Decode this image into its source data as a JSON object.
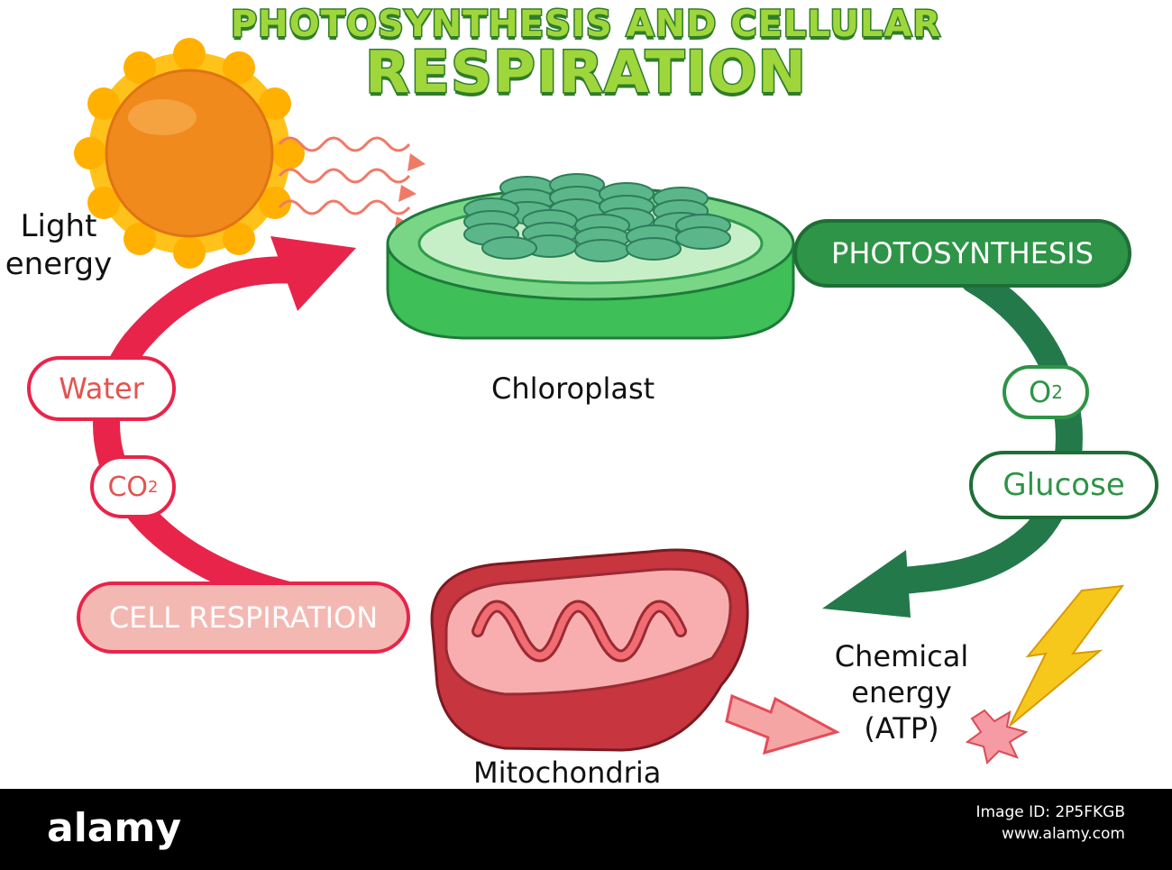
{
  "title": {
    "line1": "PHOTOSYNTHESIS AND CELLULAR",
    "line2": "RESPIRATION"
  },
  "labels": {
    "light_energy_1": "Light",
    "light_energy_2": "energy",
    "chloroplast": "Chloroplast",
    "mitochondria": "Mitochondria",
    "chemical_energy_1": "Chemical",
    "chemical_energy_2": "energy",
    "chemical_energy_3": "(ATP)"
  },
  "pills": {
    "photosynthesis": "PHOTOSYNTHESIS",
    "o2_main": "O",
    "o2_sub": "2",
    "glucose": "Glucose",
    "water": "Water",
    "co2_main": "CO",
    "co2_sub": "2",
    "cell_respiration": "CELL RESPIRATION"
  },
  "footer": {
    "brand": "alamy",
    "image_id": "Image ID: 2P5FKGB",
    "site": "www.alamy.com"
  },
  "colors": {
    "title_fill": "#9fd63b",
    "title_outline": "#2f7d2a",
    "photosynthesis_green": "#2e9447",
    "arrow_green": "#23794a",
    "respiration_red": "#e8244a",
    "pill_red_text": "#e2544e",
    "cell_resp_fill": "#f4b8b3",
    "sun_orange": "#f08a1c",
    "sun_rays": "#ffc21a",
    "bolt_yellow": "#f7c81c",
    "chloroplast_green": "#3fbf57",
    "mitochondria_red": "#c7353f"
  }
}
